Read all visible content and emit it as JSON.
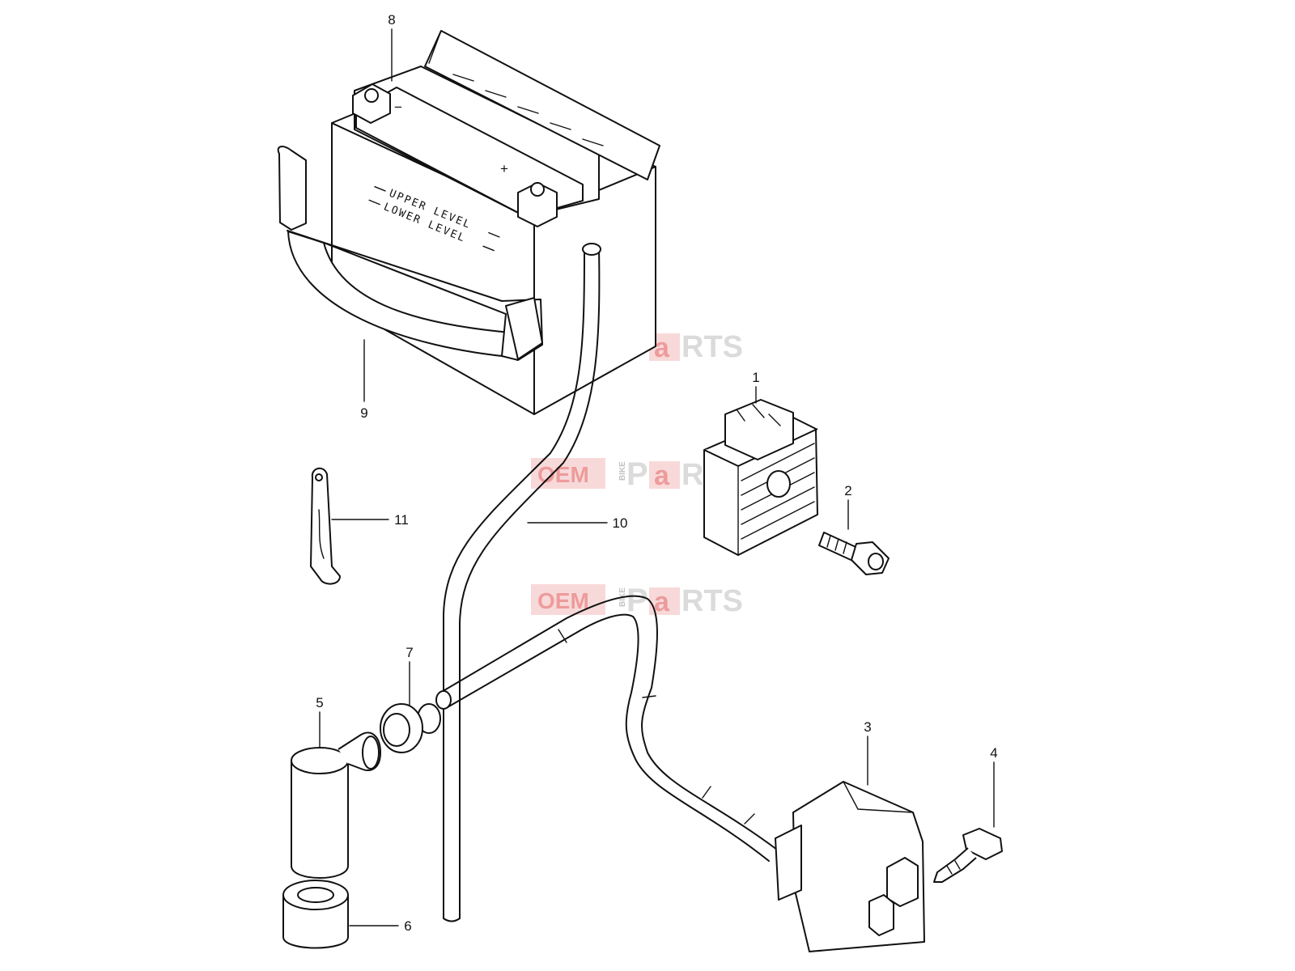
{
  "diagram": {
    "battery_labels": {
      "upper": "UPPER LEVEL",
      "lower": "LOWER LEVEL"
    },
    "battery_terminals": {
      "negative": "−",
      "positive": "+"
    },
    "callouts": [
      {
        "id": "1",
        "part": "regulator-rectifier"
      },
      {
        "id": "2",
        "part": "bolt"
      },
      {
        "id": "3",
        "part": "ignition-coil"
      },
      {
        "id": "4",
        "part": "screw"
      },
      {
        "id": "5",
        "part": "spark-plug-cap"
      },
      {
        "id": "6",
        "part": "cap-cover"
      },
      {
        "id": "7",
        "part": "grommet"
      },
      {
        "id": "8",
        "part": "battery"
      },
      {
        "id": "9",
        "part": "battery-band"
      },
      {
        "id": "10",
        "part": "breather-hose"
      },
      {
        "id": "11",
        "part": "clamp"
      }
    ]
  },
  "watermark": {
    "oem": "OEM",
    "bike": "BIKE",
    "p": "P",
    "a": "a",
    "rts": "RTS",
    "color": "#d92b2b"
  }
}
